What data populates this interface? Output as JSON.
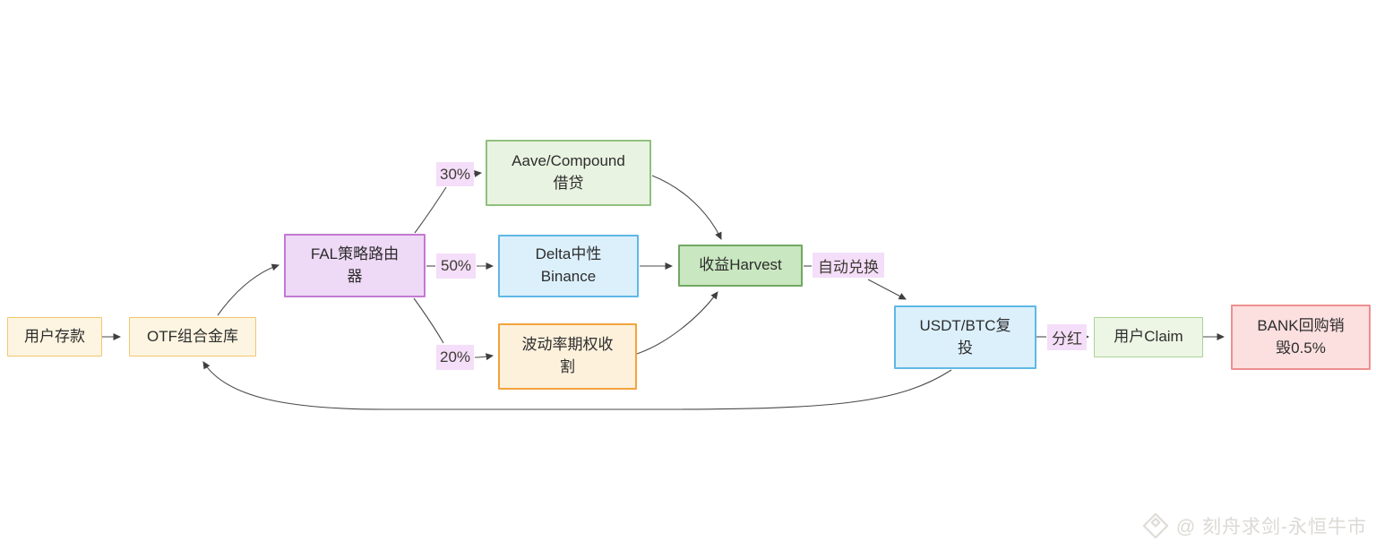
{
  "diagram": {
    "nodes": {
      "user_deposit": {
        "label": "用户存款"
      },
      "otf_vault": {
        "label": "OTF组合金库"
      },
      "fal_router": {
        "label": "FAL策略路由\n器"
      },
      "aave_lending": {
        "label": "Aave/Compound\n借贷"
      },
      "delta_neutral": {
        "label": "Delta中性\nBinance"
      },
      "vol_harvest": {
        "label": "波动率期权收\n割"
      },
      "harvest": {
        "label": "收益Harvest"
      },
      "usdt_btc": {
        "label": "USDT/BTC复\n投"
      },
      "user_claim": {
        "label": "用户Claim"
      },
      "bank_burn": {
        "label": "BANK回购销\n毁0.5%"
      }
    },
    "edge_labels": {
      "pct_30": "30%",
      "pct_50": "50%",
      "pct_20": "20%",
      "auto_swap": "自动兑换",
      "dividend": "分红"
    },
    "colors": {
      "cream_fill": "#fdf5e1",
      "cream_border": "#f2c66f",
      "orange_fill": "#fdf1dc",
      "orange_border": "#f2a33c",
      "purple_fill": "#eed9f6",
      "purple_border": "#c279d2",
      "green_light_fill": "#e9f3e1",
      "green_light_border": "#90c07e",
      "green_claim_fill": "#edf6e4",
      "green_claim_border": "#a9d295",
      "green_mid_fill": "#c9e7c0",
      "green_mid_border": "#72a761",
      "blue_fill": "#dcf0fc",
      "blue_border": "#5fb8e6",
      "pink_fill": "#fcdfdf",
      "pink_border": "#ec9090",
      "edge_label_bg": "#f4def9",
      "edge_stroke": "#4a4a4a",
      "node_text": "#2d2d2d",
      "watermark_text": "#dcd9d5"
    },
    "watermark": {
      "icon": "binance-diamond-icon",
      "handle": "@ 刻舟求剑-永恒牛市"
    }
  }
}
